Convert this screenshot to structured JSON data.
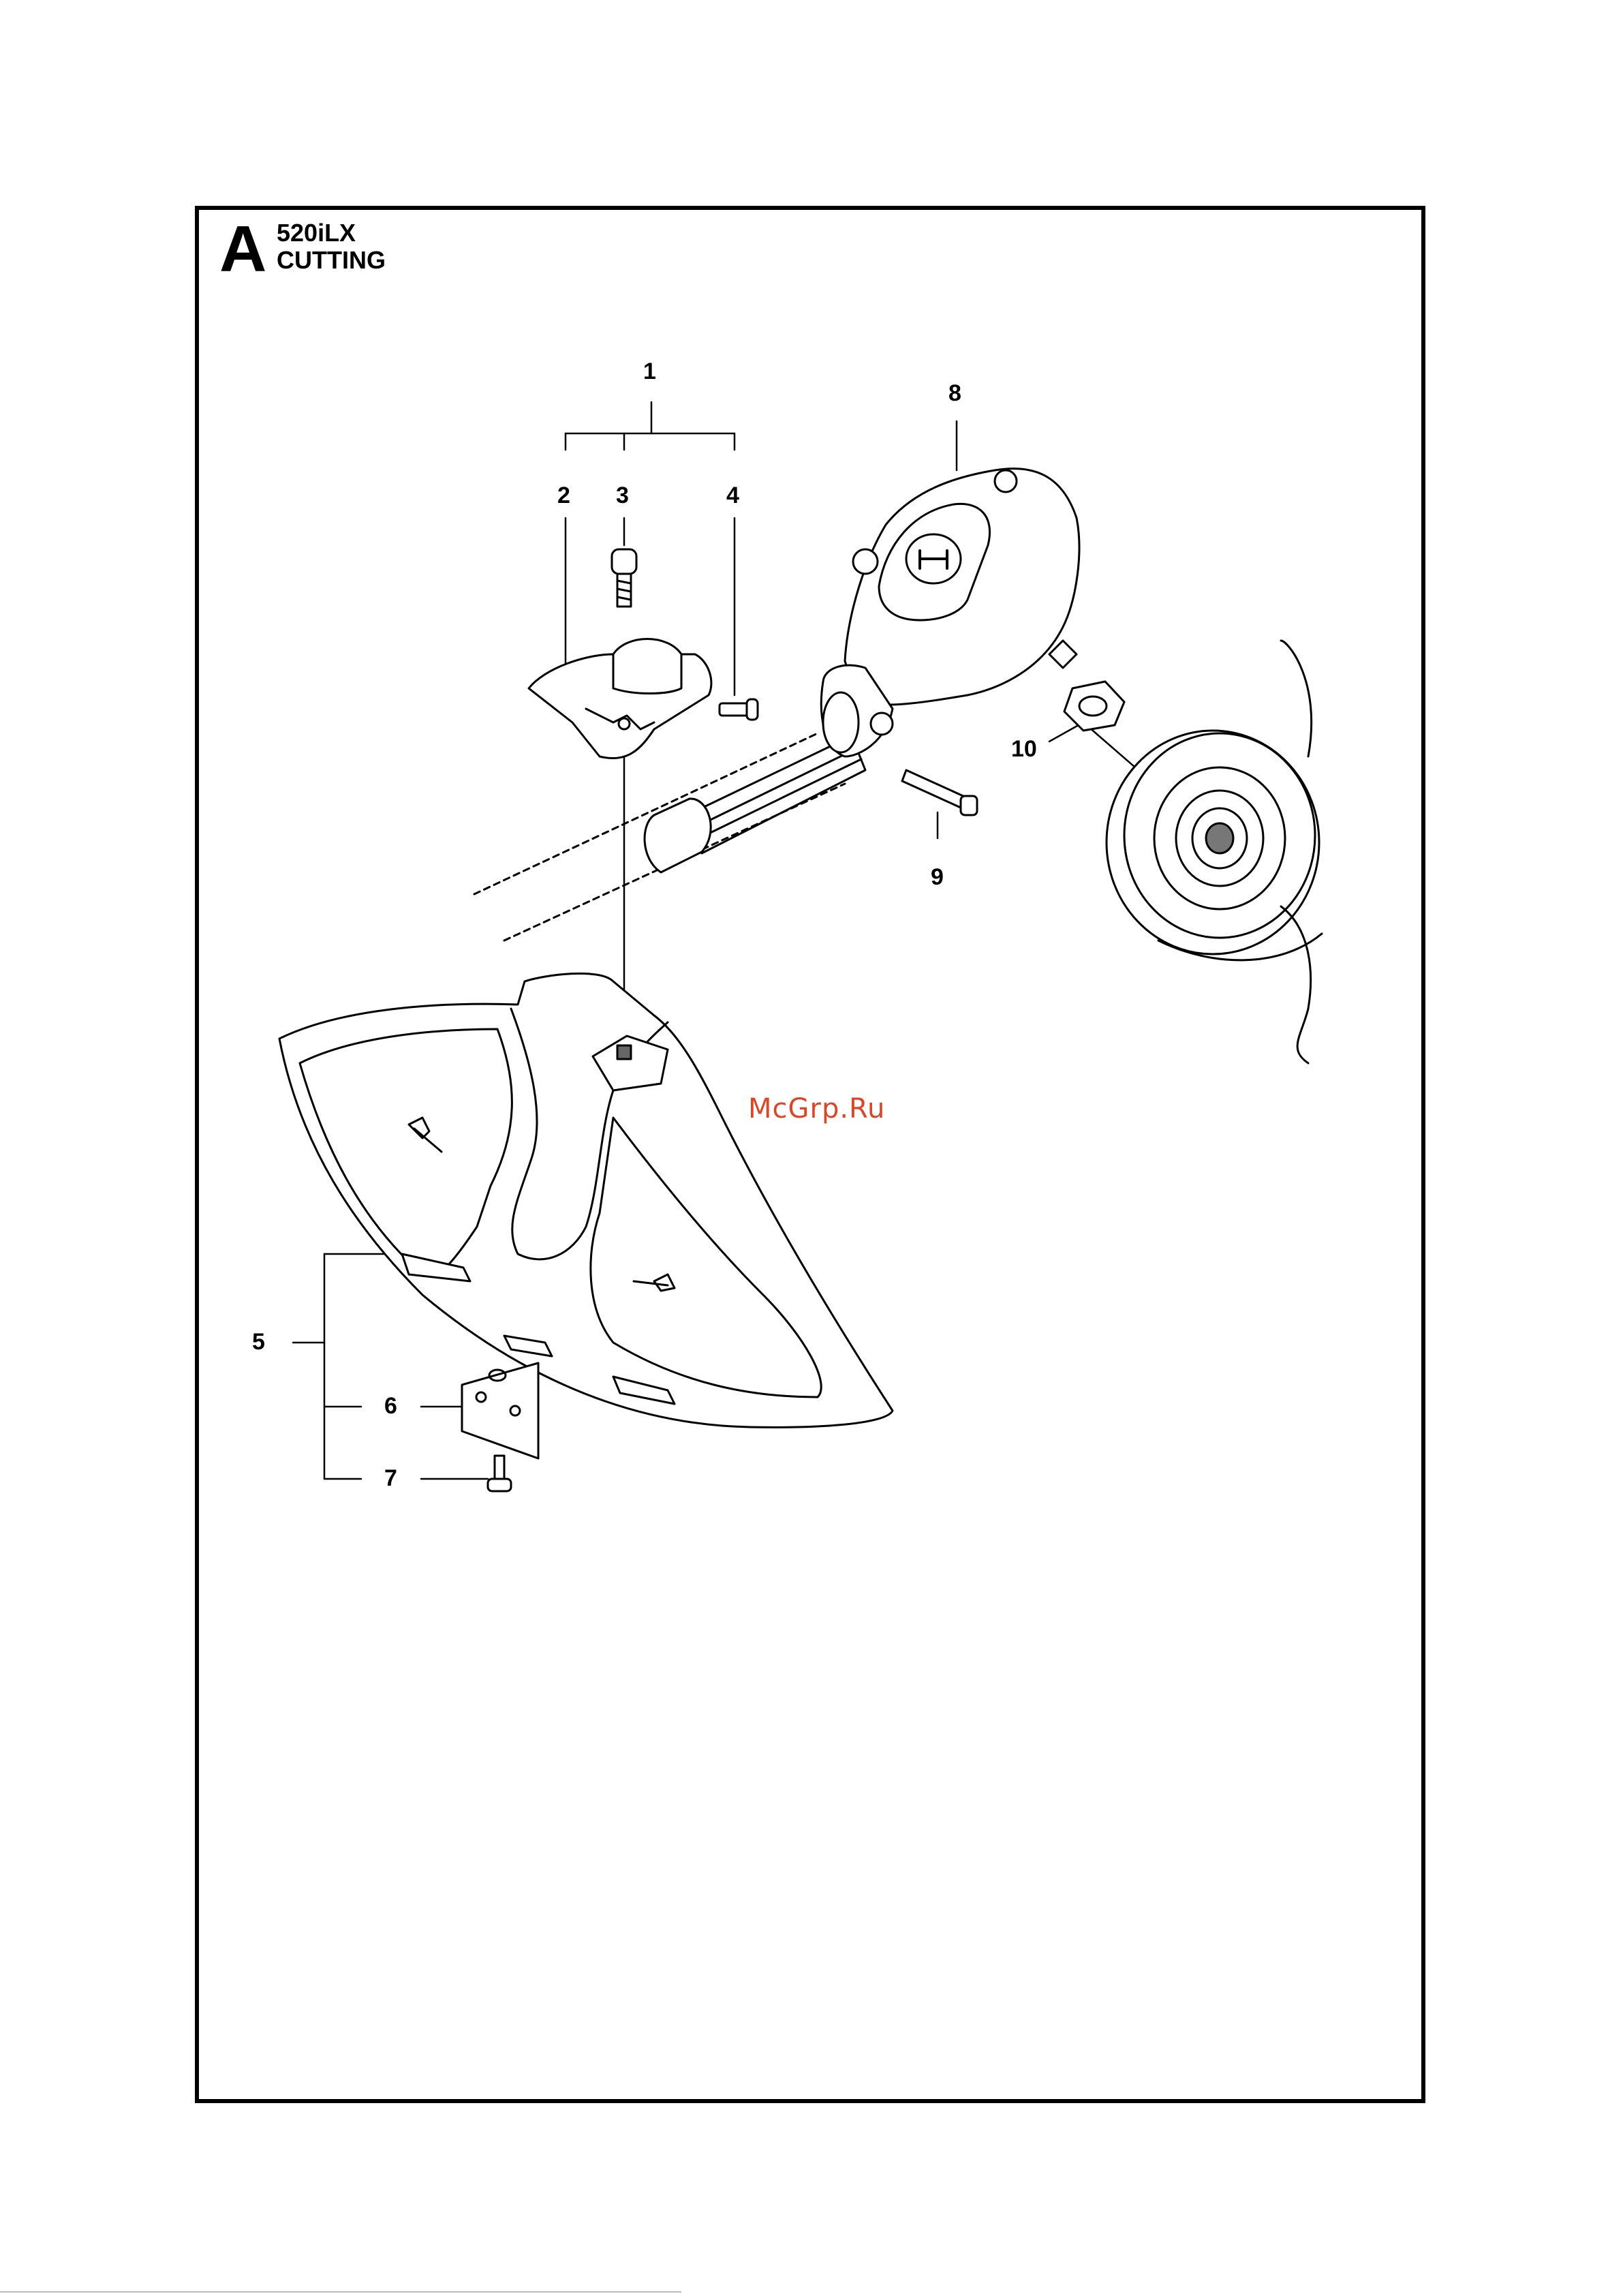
{
  "section": {
    "letter": "A",
    "model": "520iLX",
    "title": "CUTTING"
  },
  "callouts": [
    {
      "id": "c1",
      "label": "1"
    },
    {
      "id": "c2",
      "label": "2"
    },
    {
      "id": "c3",
      "label": "3"
    },
    {
      "id": "c4",
      "label": "4"
    },
    {
      "id": "c5",
      "label": "5"
    },
    {
      "id": "c6",
      "label": "6"
    },
    {
      "id": "c7",
      "label": "7"
    },
    {
      "id": "c8",
      "label": "8"
    },
    {
      "id": "c9",
      "label": "9"
    },
    {
      "id": "c10",
      "label": "10"
    }
  ],
  "watermark": "McGrp.Ru",
  "icons": [
    "trimmer-guard-icon",
    "gear-head-icon",
    "trimmer-head-icon",
    "shaft-clamp-icon",
    "screw-icon",
    "nut-icon",
    "plate-icon",
    "logo-icon"
  ],
  "colors": {
    "line": "#000000",
    "watermark": "#d8472a"
  }
}
